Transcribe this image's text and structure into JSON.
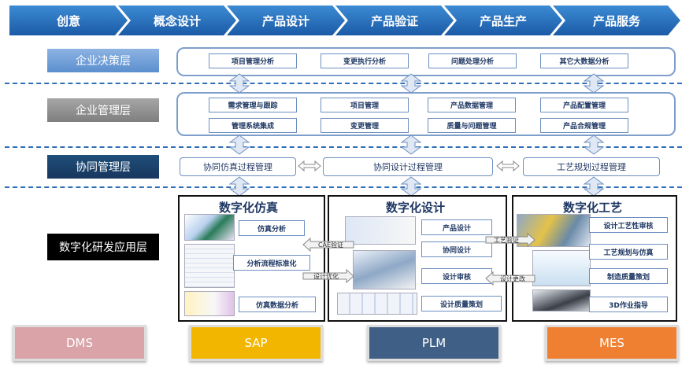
{
  "stages": [
    "创意",
    "概念设计",
    "产品设计",
    "产品验证",
    "产品生产",
    "产品服务"
  ],
  "layers": {
    "decision": "企业决策层",
    "management": "企业管理层",
    "collaboration": "协同管理层",
    "rd_application": "数字化研发应用层"
  },
  "decision_items": [
    "项目管理分析",
    "变更执行分析",
    "问题处理分析",
    "其它大数据分析"
  ],
  "management_items": [
    "需求管理与跟踪",
    "项目管理",
    "产品数据管理",
    "产品配置管理",
    "管理系统集成",
    "变更管理",
    "质量与问题管理",
    "产品合规管理"
  ],
  "collab_processes": [
    "协同仿真过程管理",
    "协同设计过程管理",
    "工艺规划过程管理"
  ],
  "simulation": {
    "title": "数字化仿真",
    "apps": [
      "仿真分析",
      "分析流程标准化",
      "仿真数据分析"
    ]
  },
  "design": {
    "title": "数字化设计",
    "apps": [
      "产品设计",
      "协同设计",
      "设计审核",
      "设计质量策划"
    ]
  },
  "process": {
    "title": "数字化工艺",
    "apps": [
      "设计工艺性审核",
      "工艺规划与仿真",
      "制造质量策划",
      "3D作业指导"
    ]
  },
  "flows": {
    "cae_verify": "CAE验证",
    "design_optimize": "设计优化",
    "process_verify": "工艺验证",
    "design_change": "设计更改"
  },
  "systems": [
    {
      "name": "DMS",
      "color": "#d9a3a8",
      "text": "#ffffff"
    },
    {
      "name": "SAP",
      "color": "#f2b600",
      "text": "#ffffff"
    },
    {
      "name": "PLM",
      "color": "#3f5f86",
      "text": "#ffffff"
    },
    {
      "name": "MES",
      "color": "#ef7f31",
      "text": "#ffffff"
    }
  ]
}
